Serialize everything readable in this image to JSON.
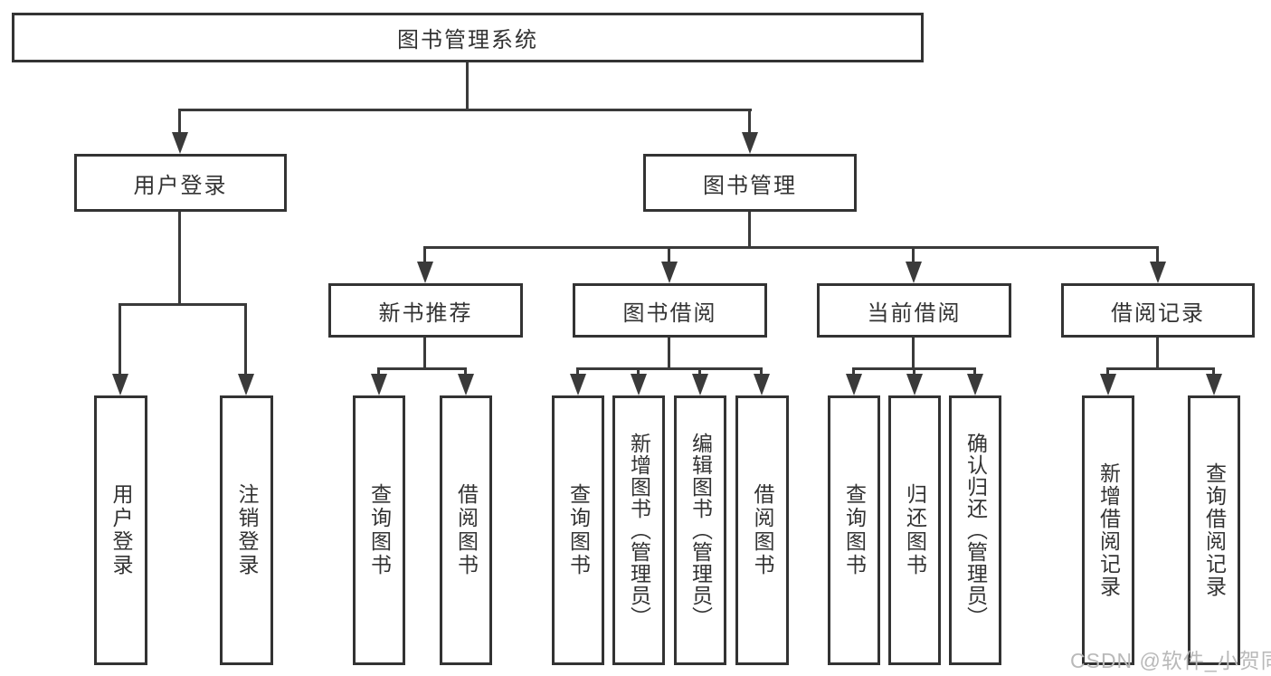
{
  "diagram": {
    "type": "hierarchy-tree",
    "title": "图书管理系统",
    "colors": {
      "line": "#3a3a3a",
      "box_border": "#333333",
      "text": "#333333",
      "background": "#ffffff",
      "watermark": "#b9b9b9"
    },
    "nodes": {
      "root": "图书管理系统",
      "user_login": "用户登录",
      "book_mgmt": "图书管理",
      "new_book": "新书推荐",
      "book_borrow": "图书借阅",
      "current_borrow": "当前借阅",
      "borrow_record": "借阅记录",
      "u1": "用户登录",
      "u2": "注销登录",
      "n1": "查询图书",
      "n2": "借阅图书",
      "b1": "查询图书",
      "b2": "新增图书（管理员）",
      "b3": "编辑图书（管理员）",
      "b4": "借阅图书",
      "c1": "查询图书",
      "c2": "归还图书",
      "c3": "确认归还（管理员）",
      "r1": "新增借阅记录",
      "r2": "查询借阅记录"
    },
    "edges": [
      "root->user_login",
      "root->book_mgmt",
      "user_login->u1",
      "user_login->u2",
      "book_mgmt->new_book",
      "book_mgmt->book_borrow",
      "book_mgmt->current_borrow",
      "book_mgmt->borrow_record",
      "new_book->n1",
      "new_book->n2",
      "book_borrow->b1",
      "book_borrow->b2",
      "book_borrow->b3",
      "book_borrow->b4",
      "current_borrow->c1",
      "current_borrow->c2",
      "current_borrow->c3",
      "borrow_record->r1",
      "borrow_record->r2"
    ],
    "watermark": "CSDN @软件_小贺同学"
  }
}
